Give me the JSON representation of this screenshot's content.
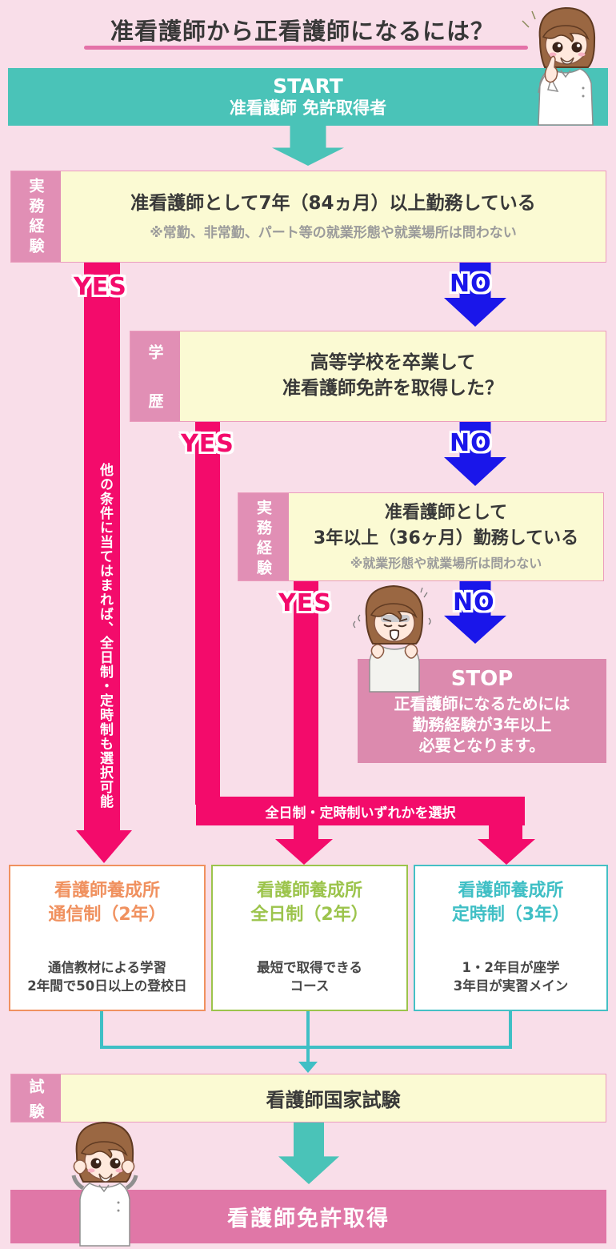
{
  "page": {
    "title": "准看護師から正看護師になるには？"
  },
  "start": {
    "label": "START",
    "sublabel": "准看護師 免許取得者"
  },
  "steps": {
    "experience7": {
      "category": "実務経験",
      "question": "准看護師として7年（84ヵ月）以上勤務している",
      "note": "※常勤、非常勤、パート等の就業形態や就業場所は問わない",
      "yes": "YES",
      "no": "NO"
    },
    "education": {
      "category": "学歴",
      "question_line1": "高等学校を卒業して",
      "question_line2": "准看護師免許を取得した？",
      "yes": "YES",
      "no": "NO"
    },
    "experience3": {
      "category": "実務経験",
      "question_line1": "准看護師として",
      "question_line2": "3年以上（36ヶ月）勤務している",
      "note": "※就業形態や就業場所は問わない",
      "yes": "YES",
      "no": "NO"
    }
  },
  "stop": {
    "title": "STOP",
    "line1": "正看護師になるためには",
    "line2": "勤務経験が3年以上",
    "line3": "必要となります。"
  },
  "paths": {
    "left_arrow_note": "他の条件に当てはまれば、全日制・定時制も選択可能",
    "select_bar": "全日制・定時制いずれかを選択"
  },
  "schools": [
    {
      "title_line1": "看護師養成所",
      "title_line2": "通信制（2年）",
      "desc_line1": "通信教材による学習",
      "desc_line2": "2年間で50日以上の登校日",
      "color": "#f0915f"
    },
    {
      "title_line1": "看護師養成所",
      "title_line2": "全日制（2年）",
      "desc_line1": "最短で取得できる",
      "desc_line2": "コース",
      "color": "#9cc44c"
    },
    {
      "title_line1": "看護師養成所",
      "title_line2": "定時制（3年）",
      "desc_line1": "1・2年目が座学",
      "desc_line2": "3年目が実習メイン",
      "color": "#45c0c5"
    }
  ],
  "exam": {
    "category": "試験",
    "label": "看護師国家試験"
  },
  "goal": {
    "label": "看護師免許取得"
  },
  "colors": {
    "background_pink": "#f9dee9",
    "accent_pink": "#f30b6b",
    "accent_blue": "#1a16ea",
    "teal": "#4ac3b8",
    "connector_teal": "#3fbfc5",
    "label_strip_pink": "#e18fb5",
    "stop_pink": "#dc8aae",
    "goal_banner_pink": "#e077a7",
    "box_yellow": "#fbfad3",
    "title_underline_pink": "#e472a8"
  }
}
